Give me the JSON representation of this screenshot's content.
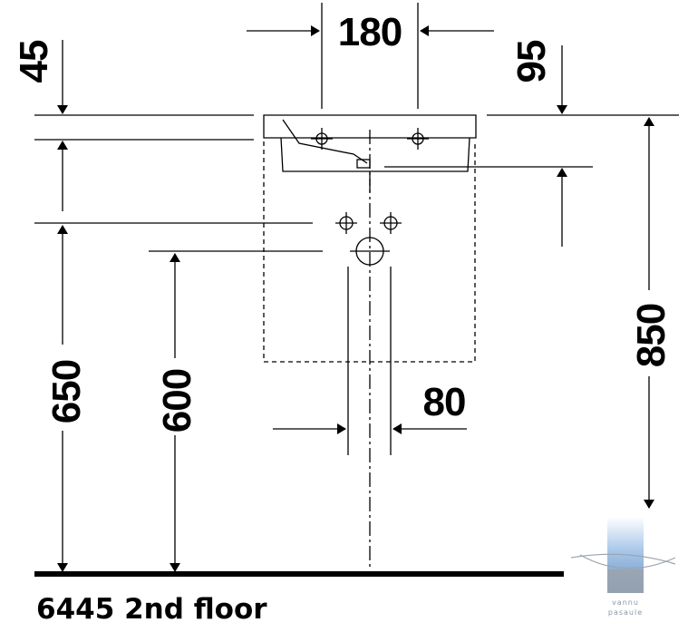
{
  "drawing": {
    "product_code": "6445 2nd floor",
    "dimensions": {
      "top_width": "180",
      "left_height": "45",
      "right_height": "95",
      "pipe_spacing": "80",
      "connection_height": "650",
      "waste_height": "600",
      "total_height": "850"
    },
    "watermark": {
      "line1": "vannu",
      "line2": "pasaule"
    }
  },
  "colors": {
    "ink": "#000000",
    "logo_blue": "#7fa8d6",
    "logo_grey": "#9aa3ad"
  }
}
